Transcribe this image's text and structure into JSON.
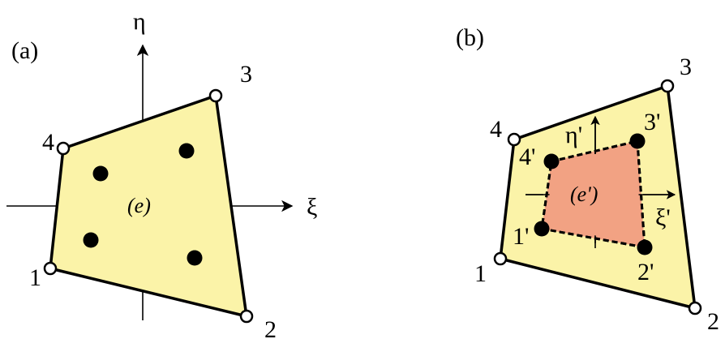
{
  "panel_a": {
    "label": "(a)",
    "axis_x": "ξ",
    "axis_y": "η",
    "element": "(e)",
    "nodes": [
      "1",
      "2",
      "3",
      "4"
    ]
  },
  "panel_b": {
    "label": "(b)",
    "axis_x": "ξ'",
    "axis_y": "η'",
    "element": "(e')",
    "nodes": [
      "1",
      "2",
      "3",
      "4"
    ],
    "inner_nodes": [
      "1'",
      "2'",
      "3'",
      "4'"
    ]
  },
  "colors": {
    "element_fill": "#fbf3a8",
    "sub_element_fill": "#f2a283",
    "stroke": "#000000"
  }
}
